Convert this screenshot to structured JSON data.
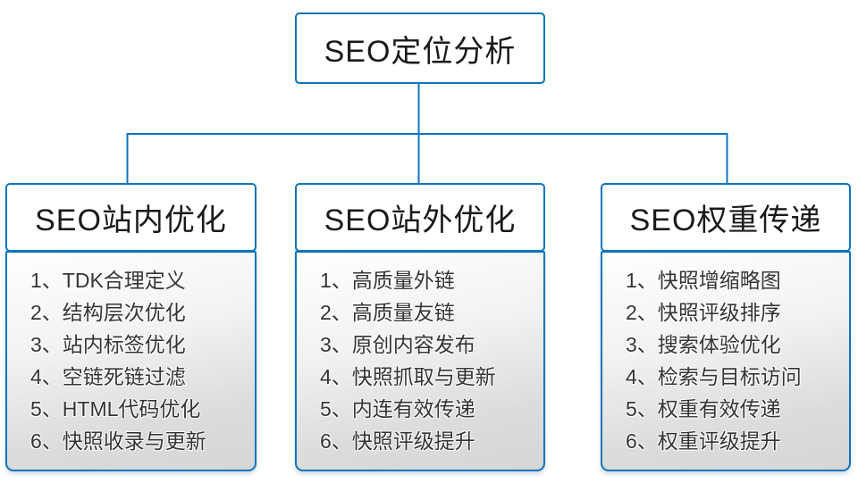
{
  "diagram": {
    "root": {
      "title": "SEO定位分析"
    },
    "columns": [
      {
        "title": "SEO站内优化",
        "items": [
          "1、TDK合理定义",
          "2、结构层次优化",
          "3、站内标签优化",
          "4、空链死链过滤",
          "5、HTML代码优化",
          "6、快照收录与更新"
        ]
      },
      {
        "title": "SEO站外优化",
        "items": [
          "1、高质量外链",
          "2、高质量友链",
          "3、原创内容发布",
          "4、快照抓取与更新",
          "5、内连有效传递",
          "6、快照评级提升"
        ]
      },
      {
        "title": "SEO权重传递",
        "items": [
          "1、快照增缩略图",
          "2、快照评级排序",
          "3、搜索体验优化",
          "4、检索与目标访问",
          "5、权重有效传递",
          "6、权重评级提升"
        ]
      }
    ],
    "colors": {
      "border_blue": "#0e74be",
      "body_gradient_top": "#ffffff",
      "body_gradient_bottom": "#d6d6d6",
      "item_text": "#343434"
    }
  }
}
